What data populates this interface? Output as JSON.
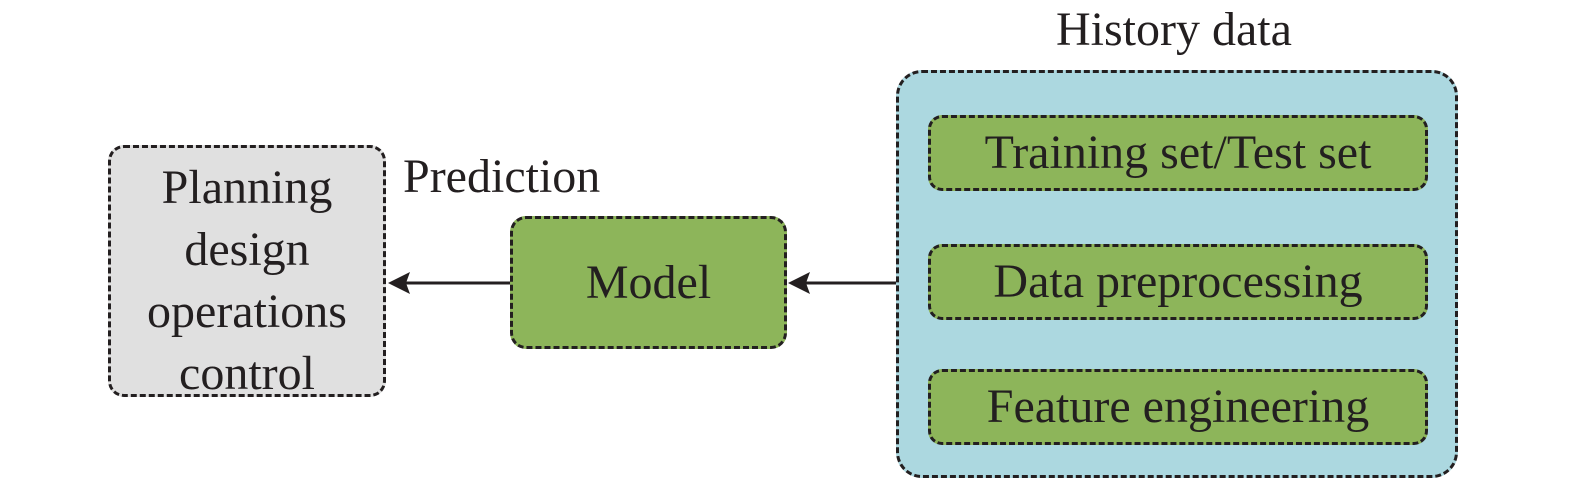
{
  "nodes": {
    "planning_lines": [
      "Planning",
      "design",
      "operations",
      "control"
    ],
    "prediction": "Prediction",
    "model": "Model",
    "history_title": "History data",
    "history_items": [
      "Training set/Test set",
      "Data preprocessing",
      "Feature engineering"
    ]
  },
  "colors": {
    "planning_fill": "#e0e0e0",
    "model_fill": "#8db55a",
    "history_fill": "#acd8e0",
    "stroke": "#231f20"
  }
}
